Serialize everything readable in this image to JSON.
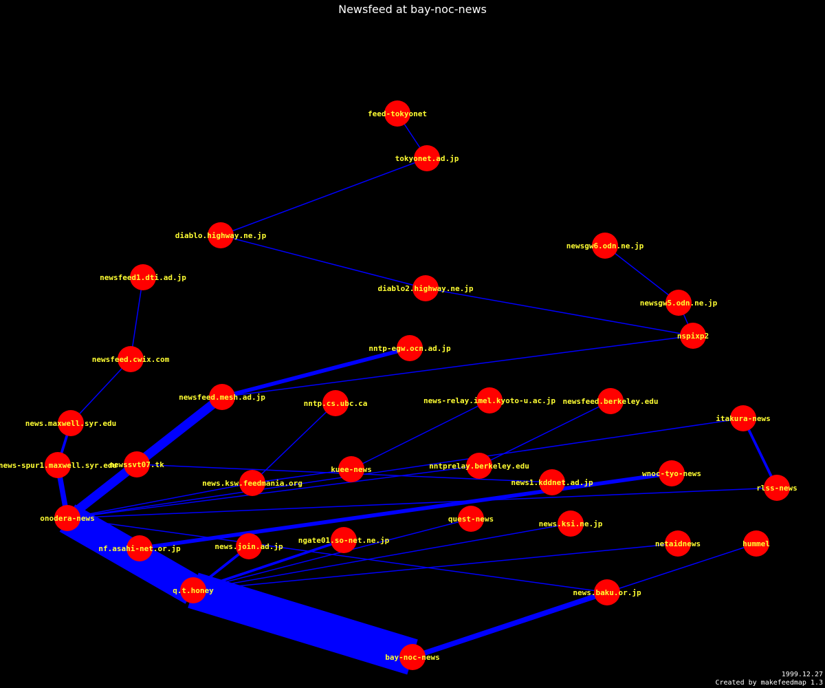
{
  "title": "Newsfeed at bay-noc-news",
  "footer": {
    "date": "1999.12.27",
    "credit": "Created by makefeedmap 1.3"
  },
  "colors": {
    "background": "#000000",
    "node": "#ff0000",
    "edge": "#0000ff",
    "label": "#ffff33",
    "title": "#ffffff"
  },
  "nodes": [
    {
      "id": "feed-tokyonet",
      "label": "feed-tokyonet"
    },
    {
      "id": "tokyonet",
      "label": "tokyonet.ad.jp"
    },
    {
      "id": "diablo",
      "label": "diablo.highway.ne.jp"
    },
    {
      "id": "diablo2",
      "label": "diablo2.highway.ne.jp"
    },
    {
      "id": "newsgw6",
      "label": "newsgw6.odn.ne.jp"
    },
    {
      "id": "newsgw5",
      "label": "newsgw5.odn.ne.jp"
    },
    {
      "id": "nspixp2",
      "label": "nspixp2"
    },
    {
      "id": "newsfeed1-dti",
      "label": "newsfeed1.dti.ad.jp"
    },
    {
      "id": "newsfeed-cwix",
      "label": "newsfeed.cwix.com"
    },
    {
      "id": "nntp-egw",
      "label": "nntp-egw.ocn.ad.jp"
    },
    {
      "id": "newsfeed-mesh",
      "label": "newsfeed.mesh.ad.jp"
    },
    {
      "id": "nntp-ubc",
      "label": "nntp.cs.ubc.ca"
    },
    {
      "id": "news-relay-kyoto",
      "label": "news-relay.imel.kyoto-u.ac.jp"
    },
    {
      "id": "newsfeed-berkeley",
      "label": "newsfeed.berkeley.edu"
    },
    {
      "id": "itakura",
      "label": "itakura-news"
    },
    {
      "id": "news-maxwell",
      "label": "news.maxwell.syr.edu"
    },
    {
      "id": "news-spur1",
      "label": "news-spur1.maxwell.syr.edu"
    },
    {
      "id": "newssvt07",
      "label": "newssvt07.tk"
    },
    {
      "id": "news-ksw",
      "label": "news.ksw.feedmania.org"
    },
    {
      "id": "kuee",
      "label": "kuee-news"
    },
    {
      "id": "nntprelay-berkeley",
      "label": "nntprelay.berkeley.edu"
    },
    {
      "id": "news1-kddnet",
      "label": "news1.kddnet.ad.jp"
    },
    {
      "id": "wnoc-tyo",
      "label": "wnoc-tyo-news"
    },
    {
      "id": "rlss",
      "label": "rlss-news"
    },
    {
      "id": "onodera",
      "label": "onodera-news"
    },
    {
      "id": "quest",
      "label": "quest-news"
    },
    {
      "id": "news-ksi",
      "label": "news.ksi.ne.jp"
    },
    {
      "id": "nf-asahi",
      "label": "nf.asahi-net.or.jp"
    },
    {
      "id": "news-join",
      "label": "news.join.ad.jp"
    },
    {
      "id": "ngate01",
      "label": "ngate01.so-net.ne.jp"
    },
    {
      "id": "netaidnews",
      "label": "netaidnews"
    },
    {
      "id": "hummel",
      "label": "hummel"
    },
    {
      "id": "q-t-honey",
      "label": "q.t.honey"
    },
    {
      "id": "news-baku",
      "label": "news.baku.or.jp"
    },
    {
      "id": "bay-noc-news",
      "label": "bay-noc-news"
    }
  ],
  "edges": [
    {
      "from": "feed-tokyonet",
      "to": "tokyonet",
      "weight": 1
    },
    {
      "from": "tokyonet",
      "to": "diablo",
      "weight": 1
    },
    {
      "from": "diablo",
      "to": "diablo2",
      "weight": 1
    },
    {
      "from": "diablo2",
      "to": "nspixp2",
      "weight": 1
    },
    {
      "from": "newsgw6",
      "to": "newsgw5",
      "weight": 1
    },
    {
      "from": "newsgw5",
      "to": "nspixp2",
      "weight": 1
    },
    {
      "from": "nspixp2",
      "to": "newsfeed-mesh",
      "weight": 1
    },
    {
      "from": "newsfeed1-dti",
      "to": "newsfeed-cwix",
      "weight": 1
    },
    {
      "from": "newsfeed-cwix",
      "to": "news-maxwell",
      "weight": 1
    },
    {
      "from": "news-maxwell",
      "to": "news-spur1",
      "weight": 2
    },
    {
      "from": "news-spur1",
      "to": "onodera",
      "weight": 4
    },
    {
      "from": "nntp-egw",
      "to": "newsfeed-mesh",
      "weight": 3
    },
    {
      "from": "newsfeed-mesh",
      "to": "onodera",
      "weight": 7
    },
    {
      "from": "nntp-ubc",
      "to": "news-ksw",
      "weight": 1
    },
    {
      "from": "news-relay-kyoto",
      "to": "kuee",
      "weight": 1
    },
    {
      "from": "newsfeed-berkeley",
      "to": "nntprelay-berkeley",
      "weight": 1
    },
    {
      "from": "itakura",
      "to": "onodera",
      "weight": 1
    },
    {
      "from": "itakura",
      "to": "rlss",
      "weight": 2
    },
    {
      "from": "rlss",
      "to": "onodera",
      "weight": 1
    },
    {
      "from": "newssvt07",
      "to": "onodera",
      "weight": 1
    },
    {
      "from": "newssvt07",
      "to": "news1-kddnet",
      "weight": 1
    },
    {
      "from": "news-ksw",
      "to": "onodera",
      "weight": 1
    },
    {
      "from": "news-ksw",
      "to": "kuee",
      "weight": 1
    },
    {
      "from": "nntprelay-berkeley",
      "to": "onodera",
      "weight": 1
    },
    {
      "from": "wnoc-tyo",
      "to": "nf-asahi",
      "weight": 3
    },
    {
      "from": "onodera",
      "to": "q-t-honey",
      "weight": 24
    },
    {
      "from": "onodera",
      "to": "news-baku",
      "weight": 1
    },
    {
      "from": "q-t-honey",
      "to": "bay-noc-news",
      "weight": 28
    },
    {
      "from": "news-join",
      "to": "q-t-honey",
      "weight": 2
    },
    {
      "from": "ngate01",
      "to": "q-t-honey",
      "weight": 2
    },
    {
      "from": "quest",
      "to": "q-t-honey",
      "weight": 1
    },
    {
      "from": "news-ksi",
      "to": "q-t-honey",
      "weight": 1
    },
    {
      "from": "netaidnews",
      "to": "q-t-honey",
      "weight": 1
    },
    {
      "from": "hummel",
      "to": "news-baku",
      "weight": 1
    },
    {
      "from": "news-baku",
      "to": "bay-noc-news",
      "weight": 4
    }
  ]
}
